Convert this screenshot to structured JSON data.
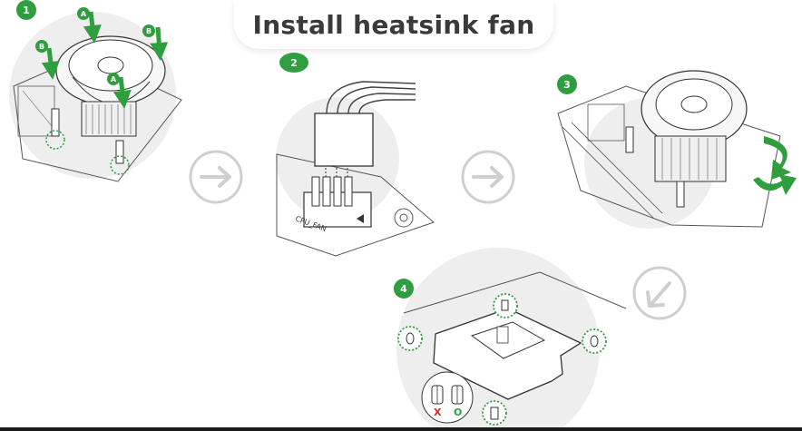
{
  "title": "Install heatsink fan",
  "steps": [
    {
      "number": "1"
    },
    {
      "number": "2",
      "header_label": "CPU_FAN"
    },
    {
      "number": "3"
    },
    {
      "number": "4",
      "mark_wrong": "X",
      "mark_right": "O"
    }
  ],
  "callouts": [
    "A",
    "B",
    "B",
    "A"
  ],
  "colors": {
    "accent_green": "#2e9e3e",
    "wrong_red": "#d62b2b",
    "line": "#444444",
    "bubble": "#eeeeee"
  }
}
